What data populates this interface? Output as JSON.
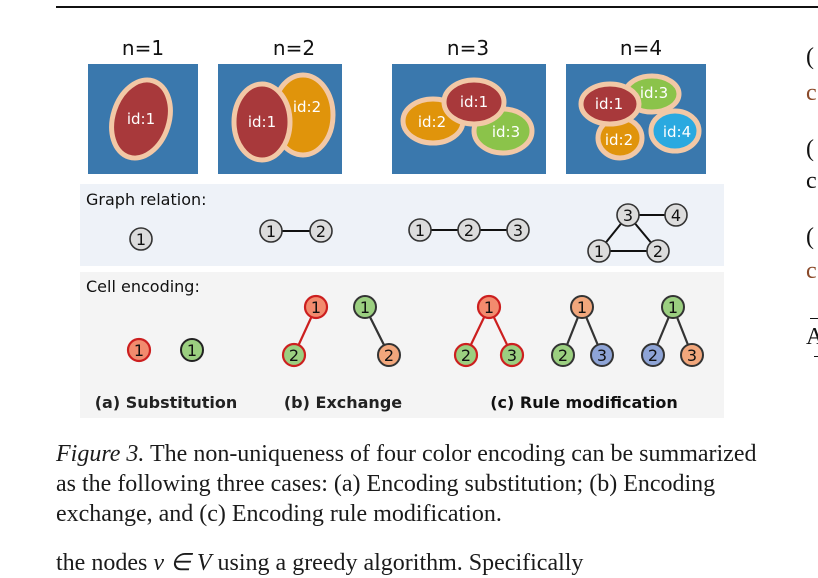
{
  "panels": [
    {
      "label": "n=1",
      "cells": [
        "id:1"
      ]
    },
    {
      "label": "n=2",
      "cells": [
        "id:1",
        "id:2"
      ]
    },
    {
      "label": "n=3",
      "cells": [
        "id:1",
        "id:2",
        "id:3"
      ]
    },
    {
      "label": "n=4",
      "cells": [
        "id:1",
        "id:2",
        "id:3",
        "id:4"
      ]
    }
  ],
  "graph_relation": {
    "heading": "Graph relation:",
    "node_labels": [
      "1",
      "2",
      "3",
      "4"
    ]
  },
  "cell_encoding": {
    "heading": "Cell encoding:",
    "node_labels": [
      "1",
      "2",
      "3"
    ],
    "captions": {
      "a": "(a) Substitution",
      "b": "(b) Exchange",
      "c": "(c) Rule modification"
    }
  },
  "colors": {
    "panel_bg": "#3a78ad",
    "cell_red": "#a8393b",
    "cell_orange": "#e0940b",
    "cell_green": "#8bc34a",
    "cell_blue": "#2aa9e0",
    "cell_halo": "#f2c8a6",
    "node_red_fill": "#f28b6e",
    "node_red_stroke": "#cc1f1f",
    "node_green_fill": "#9bcf80",
    "node_orange_fill": "#f2a77c",
    "node_blue_fill": "#8ea4d6",
    "node_gray_fill": "#dcdcdc",
    "band_graph": "#eef2f8",
    "band_cell": "#f4f4f4"
  },
  "caption": {
    "figure_label": "Figure 3.",
    "text": " The non-uniqueness of four color encoding can be summarized as the following three cases: (a) Encoding substitution; (b) Encoding exchange, and (c) Encoding rule modification."
  },
  "body_text_cut": {
    "before": "the nodes ",
    "var": "v ∈ V",
    "after": " using a greedy algorithm. Specifically"
  },
  "right_column_fragments": [
    "(",
    "c",
    "(",
    "c",
    "(",
    "c",
    "A"
  ]
}
